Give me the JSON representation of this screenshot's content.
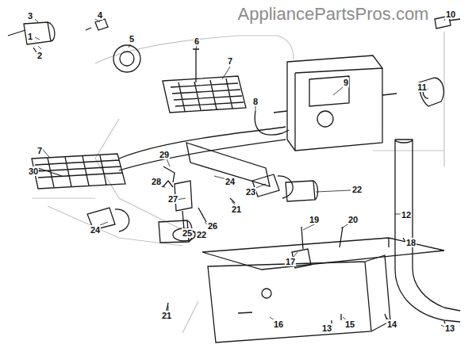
{
  "diagram": {
    "labels": [
      "AppliancePartsPros.com",
      "1",
      "2",
      "3",
      "4",
      "5",
      "6",
      "7",
      "8",
      "9",
      "10",
      "11",
      "12",
      "13",
      "14",
      "15",
      "16",
      "17",
      "18",
      "19",
      "20",
      "21",
      "22",
      "23",
      "24",
      "25",
      "26",
      "27",
      "28",
      "29",
      "30",
      "7",
      "13",
      "21",
      "22",
      "24"
    ]
  }
}
